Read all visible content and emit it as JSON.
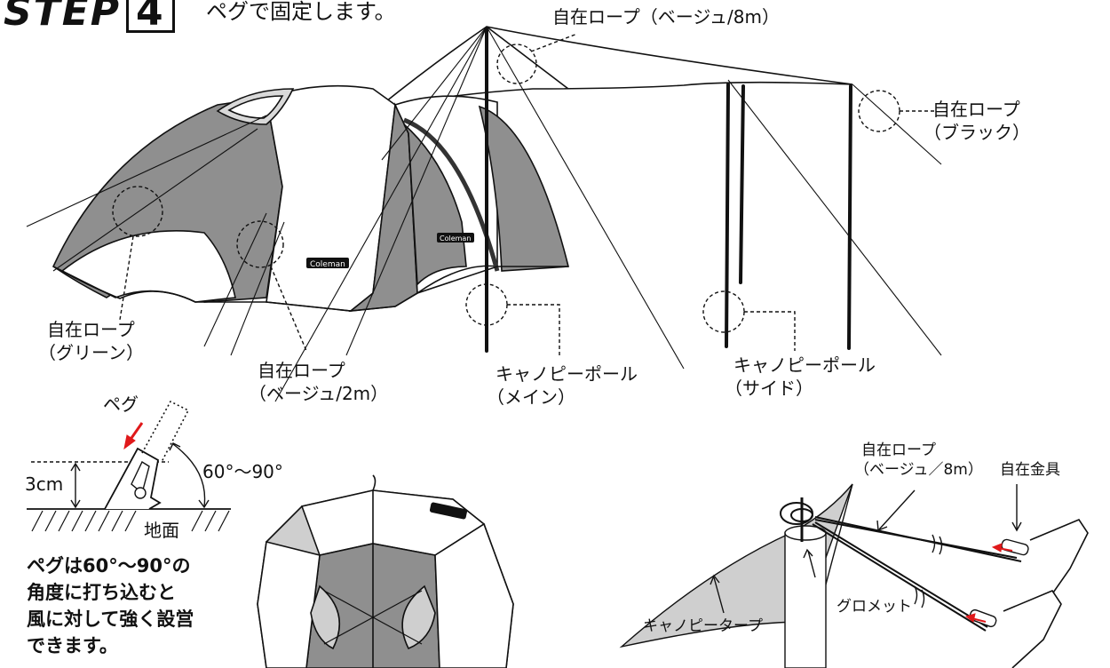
{
  "step": {
    "badge": "STEP",
    "number": "4",
    "instruction": "ペグで固定します。"
  },
  "tent_brand": "Coleman",
  "labels": {
    "rope_beige_8m": "自在ロープ（ベージュ/8m）",
    "rope_black": {
      "line1": "自在ロープ",
      "line2": "（ブラック）"
    },
    "rope_green": {
      "line1": "自在ロープ",
      "line2": "（グリーン）"
    },
    "rope_beige_2m": {
      "line1": "自在ロープ",
      "line2": "（ベージュ/2m）"
    },
    "pole_main": {
      "line1": "キャノピーポール",
      "line2": "（メイン）"
    },
    "pole_side": {
      "line1": "キャノピーポール",
      "line2": "（サイド）"
    }
  },
  "peg_diagram": {
    "peg_label": "ペグ",
    "depth_label": "3cm",
    "angle_label": "60°～90°",
    "ground_label": "地面",
    "note_lines": [
      "ペグは60°～90°の",
      "角度に打ち込むと",
      "風に対して強く設営",
      "できます。"
    ]
  },
  "detail": {
    "rope_label": {
      "line1": "自在ロープ",
      "line2": "（ベージュ／8m）"
    },
    "fitting_label": "自在金具",
    "grommet_label": "グロメット",
    "tarp_label": "キャノピータープ"
  },
  "colors": {
    "tent_gray": "#8f8f8f",
    "light_gray": "#cfcfcf",
    "arrow_red": "#e0191b",
    "line": "#111111"
  }
}
